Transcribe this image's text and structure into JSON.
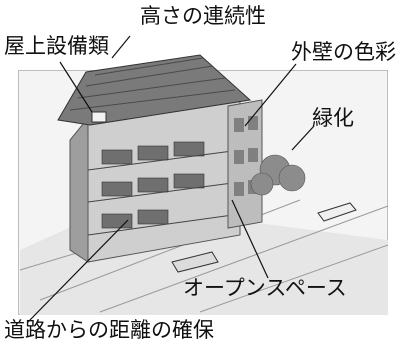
{
  "labels": {
    "height_continuity": "高さの連続性",
    "rooftop_equipment": "屋上設備類",
    "exterior_wall_color": "外壁の色彩",
    "greenery": "緑化",
    "open_space": "オープンスペース",
    "distance_from_road": "道路からの距離の確保"
  }
}
